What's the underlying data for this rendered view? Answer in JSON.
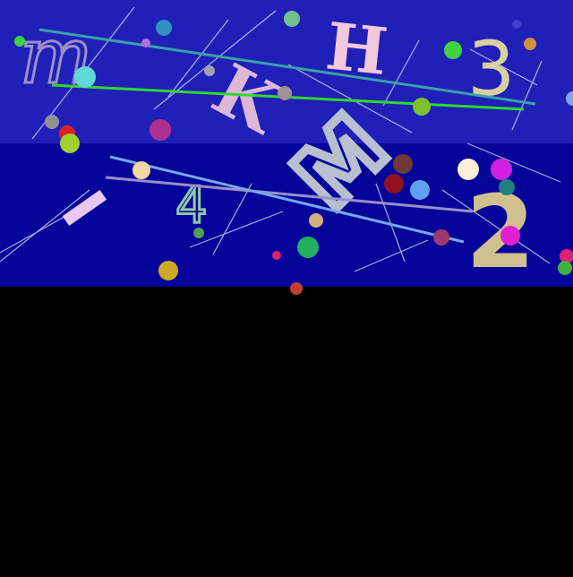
{
  "panels": {
    "top": {
      "background": "#2020b8"
    },
    "bottom": {
      "background": "#05059a"
    },
    "below": {
      "background": "#000000"
    }
  },
  "glyphs": {
    "script_m": "m",
    "k_letter": "K",
    "h_letter": "H",
    "three_digit": "3",
    "bar_glyph": "I",
    "four_digit": "4",
    "m_rotated": "M",
    "two_digit": "2"
  },
  "colors": {
    "teal_line": "#3aa0a8",
    "green_line": "#30d830",
    "slate_line": "#9890c8",
    "blue_line": "#78a8e8",
    "thin_line": "#c8c8e8",
    "pink_glyph": "#f2c8dc",
    "cream_glyph": "#d8d0a0",
    "lavender_glyph": "#9a90c8",
    "tan_glyph": "#d0c090",
    "gray_glyph": "#b8c0d0",
    "mint_glyph": "#90c8a8"
  }
}
